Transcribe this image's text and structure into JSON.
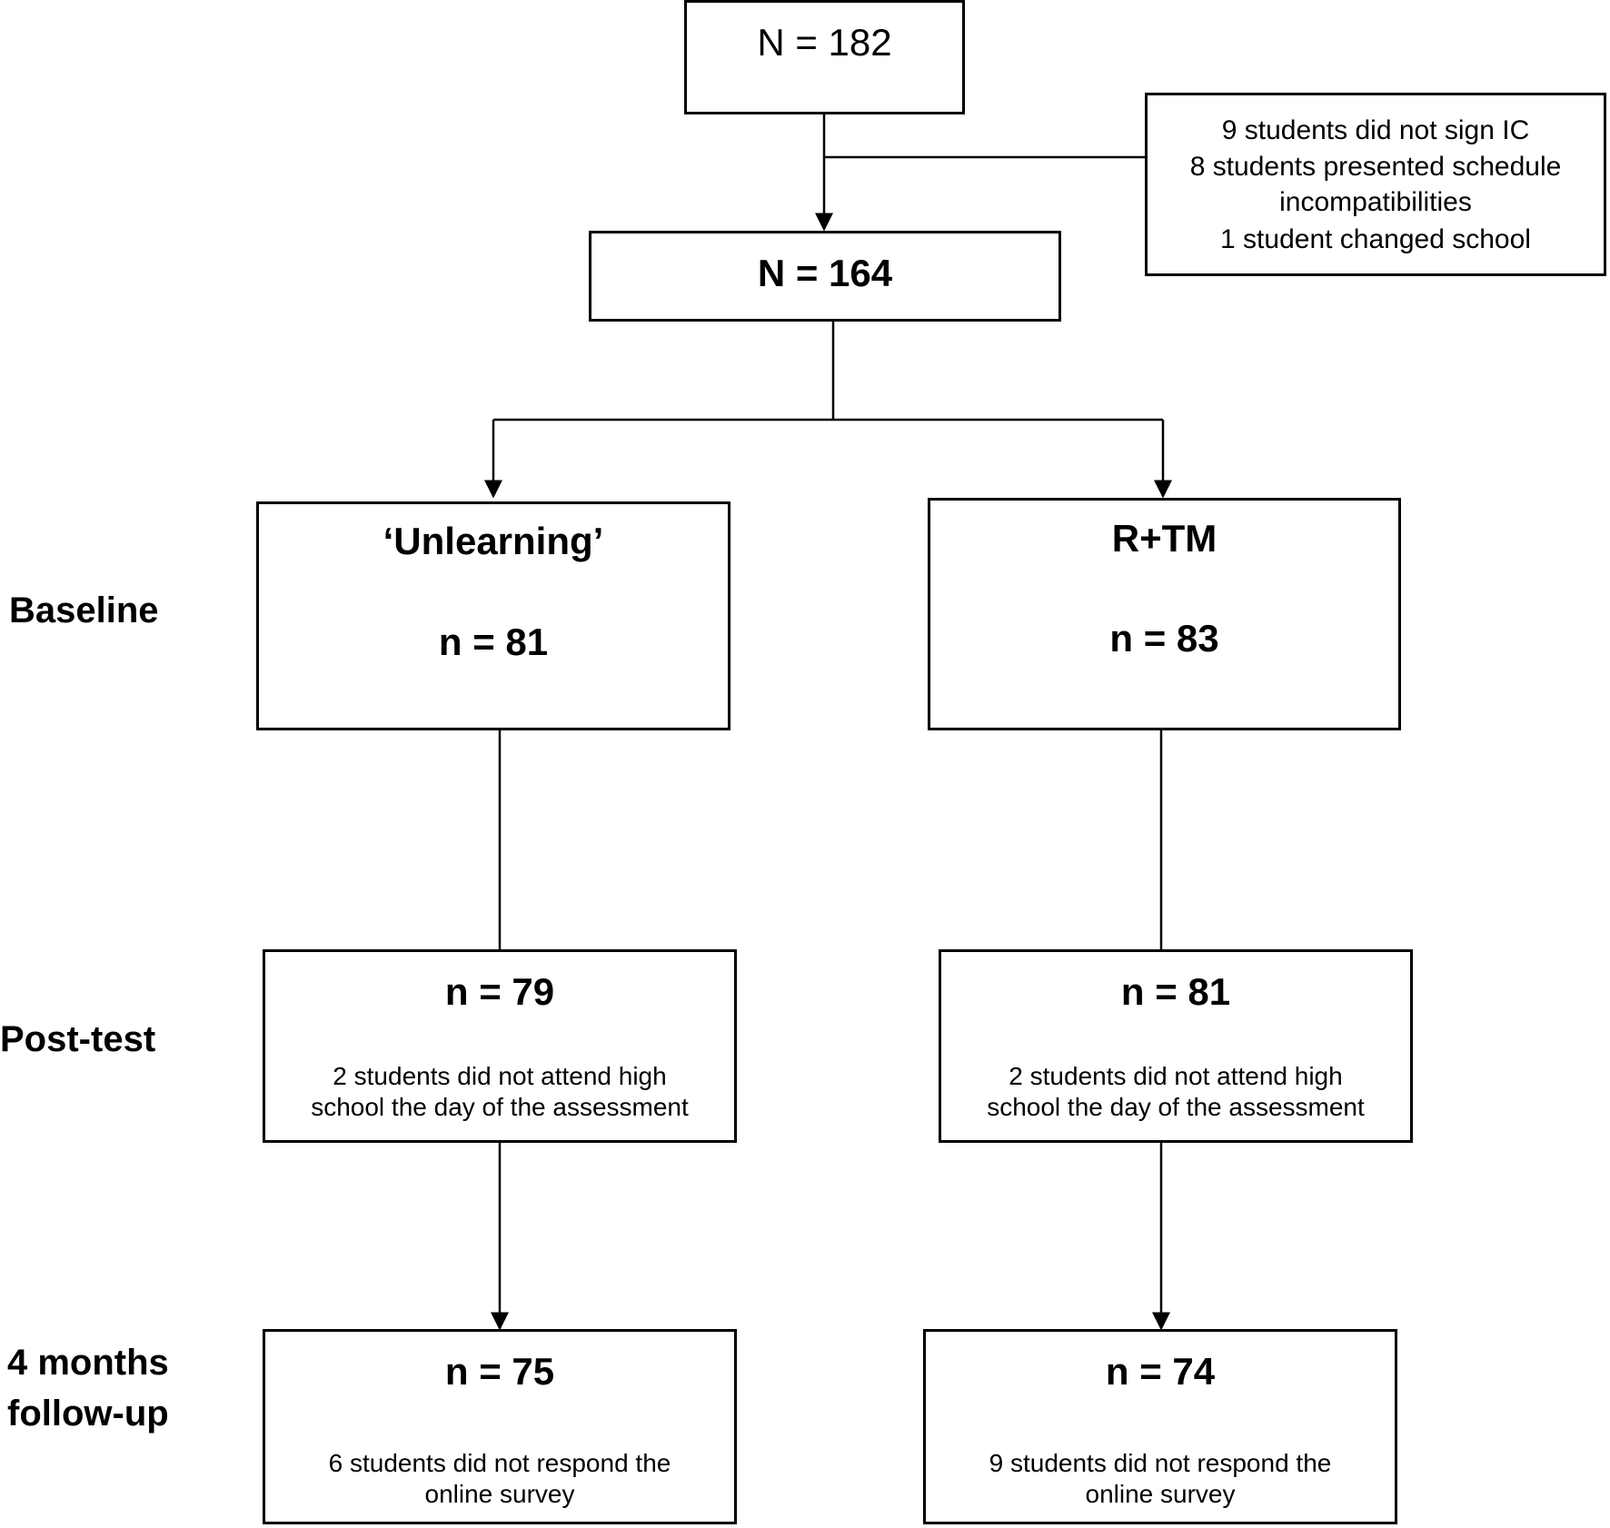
{
  "top": {
    "label": "N = 182"
  },
  "exclusions": {
    "lines": [
      "9 students did not sign IC",
      "8 students presented schedule",
      "incompatibilities",
      "1 student changed school"
    ]
  },
  "enrolled": {
    "label": "N = 164"
  },
  "stages": {
    "baseline": "Baseline",
    "posttest": "Post-test",
    "followup_line1": "4 months",
    "followup_line2": "follow-up"
  },
  "arms": {
    "left": {
      "name": "‘Unlearning’",
      "baseline_n": "n = 81",
      "posttest_n": "n = 79",
      "posttest_note": [
        "2 students did not attend high",
        "school the day of the assessment"
      ],
      "followup_n": "n = 75",
      "followup_note": [
        "6 students did not respond the",
        "online survey"
      ]
    },
    "right": {
      "name": "R+TM",
      "baseline_n": "n = 83",
      "posttest_n": "n = 81",
      "posttest_note": [
        "2 students did not attend high",
        "school the day of the assessment"
      ],
      "followup_n": "n = 74",
      "followup_note": [
        "9 students did not respond the",
        "online survey"
      ]
    }
  }
}
